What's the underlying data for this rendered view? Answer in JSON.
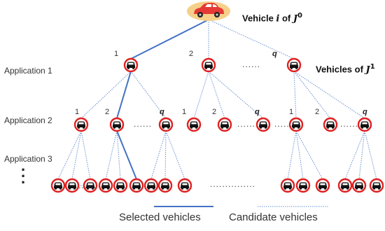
{
  "root": {
    "label_prefix": "Vehicle ",
    "label_var": "i",
    "label_mid": " of ",
    "label_set": "J",
    "label_sup": "0"
  },
  "level1_label": {
    "prefix": "Vehicles of ",
    "set": "J",
    "sup": "1"
  },
  "applications": [
    "Application 1",
    "Application 2",
    "Application 3"
  ],
  "indices": {
    "first": "1",
    "second": "2",
    "last": "q"
  },
  "ellipsis": {
    "short": "......",
    "long": "..............."
  },
  "legend": {
    "selected": "Selected vehicles",
    "candidate": "Candidate vehicles"
  },
  "colors": {
    "selected_line": "#4472C4",
    "candidate_line": "#6a8fd0",
    "ring": "#E02020",
    "root_car": "#E53935",
    "root_halo": "#F6D08A"
  },
  "icons": {
    "vehicle": "car-icon"
  }
}
